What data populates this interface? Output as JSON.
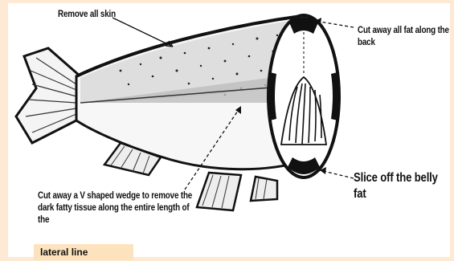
{
  "diagram": {
    "labels": {
      "remove_skin": "Remove all skin",
      "cut_fat_back": "Cut away all fat along the back",
      "slice_belly": "Slice off the belly fat",
      "cut_wedge": "Cut away a V shaped wedge to remove the dark fatty tissue along the entire length of the",
      "lateral_line": "lateral line"
    },
    "colors": {
      "background": "#fde9d4",
      "highlight": "#fde3bd",
      "ink": "#111111"
    }
  }
}
